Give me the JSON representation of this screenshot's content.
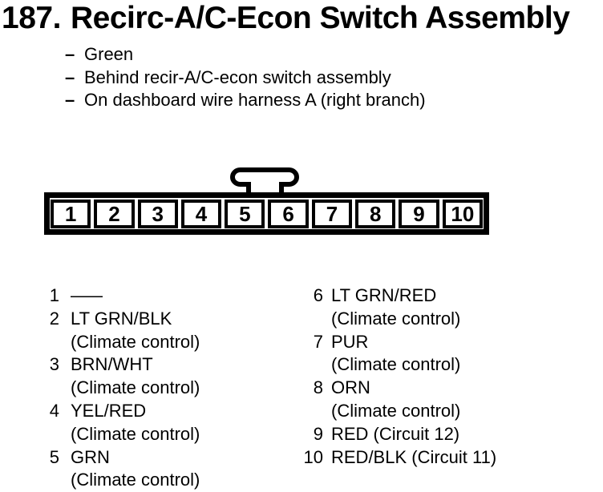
{
  "colors": {
    "ink": "#000000",
    "paper": "#ffffff"
  },
  "title": {
    "number": "187.",
    "text": "Recirc-A/C-Econ Switch Assembly"
  },
  "notes": {
    "dash": "–",
    "items": [
      {
        "text": "Green"
      },
      {
        "text": "Behind recir-A/C-econ switch assembly"
      },
      {
        "text": "On dashboard wire harness A (right branch)"
      }
    ]
  },
  "connector": {
    "type": "10-pin connector, keying tab between pins 5 and 6",
    "pins": [
      "1",
      "2",
      "3",
      "4",
      "5",
      "6",
      "7",
      "8",
      "9",
      "10"
    ]
  },
  "pin_list": {
    "left": [
      {
        "pin": "1",
        "wire": "——",
        "note": ""
      },
      {
        "pin": "2",
        "wire": "LT GRN/BLK",
        "note": "(Climate control)"
      },
      {
        "pin": "3",
        "wire": "BRN/WHT",
        "note": "(Climate control)"
      },
      {
        "pin": "4",
        "wire": "YEL/RED",
        "note": "(Climate control)"
      },
      {
        "pin": "5",
        "wire": "GRN",
        "note": "(Climate control)"
      }
    ],
    "right": [
      {
        "pin": "6",
        "wire": "LT GRN/RED",
        "note": "(Climate control)"
      },
      {
        "pin": "7",
        "wire": "PUR",
        "note": "(Climate control)"
      },
      {
        "pin": "8",
        "wire": "ORN",
        "note": "(Climate control)"
      },
      {
        "pin": "9",
        "wire": "RED (Circuit 12)",
        "note": ""
      },
      {
        "pin": "10",
        "wire": "RED/BLK (Circuit 11)",
        "note": ""
      }
    ]
  }
}
